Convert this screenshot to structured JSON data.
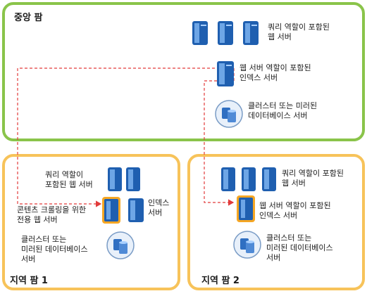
{
  "central_farm": {
    "title": "중앙 팜",
    "query_servers_label": "쿼리 역할이 포함된\n웹 서버",
    "index_server_label": "웹 서버 역할이 포함된\n인덱스 서버",
    "db_label": "클러스터 또는 미러된\n데이터베이스 서버"
  },
  "regional_farm_1": {
    "title": "지역 팜 1",
    "query_servers_label": "쿼리 역할이\n포함된 웹 서버",
    "crawl_server_label": "콘텐츠 크롤링을 위한\n전용 웹 서버",
    "index_server_label": "인덱스\n서버",
    "db_label": "클러스터 또는\n미러된 데이터베이스\n서버"
  },
  "regional_farm_2": {
    "title": "지역 팜 2",
    "query_servers_label": "쿼리 역할이 포함된\n웹 서버",
    "index_server_label": "웹 서버 역할이 포함된\n인덱스 서버",
    "db_label": "클러스터 또는\n미러된 데이터베이스\n서버"
  },
  "colors": {
    "central_border": "#8ac44a",
    "regional_border": "#f7c35a",
    "connector": "#e23b3b",
    "server_blue": "#1f5fb0",
    "highlight": "#f5a623"
  },
  "icons": [
    "server-icon",
    "database-cluster-icon"
  ]
}
